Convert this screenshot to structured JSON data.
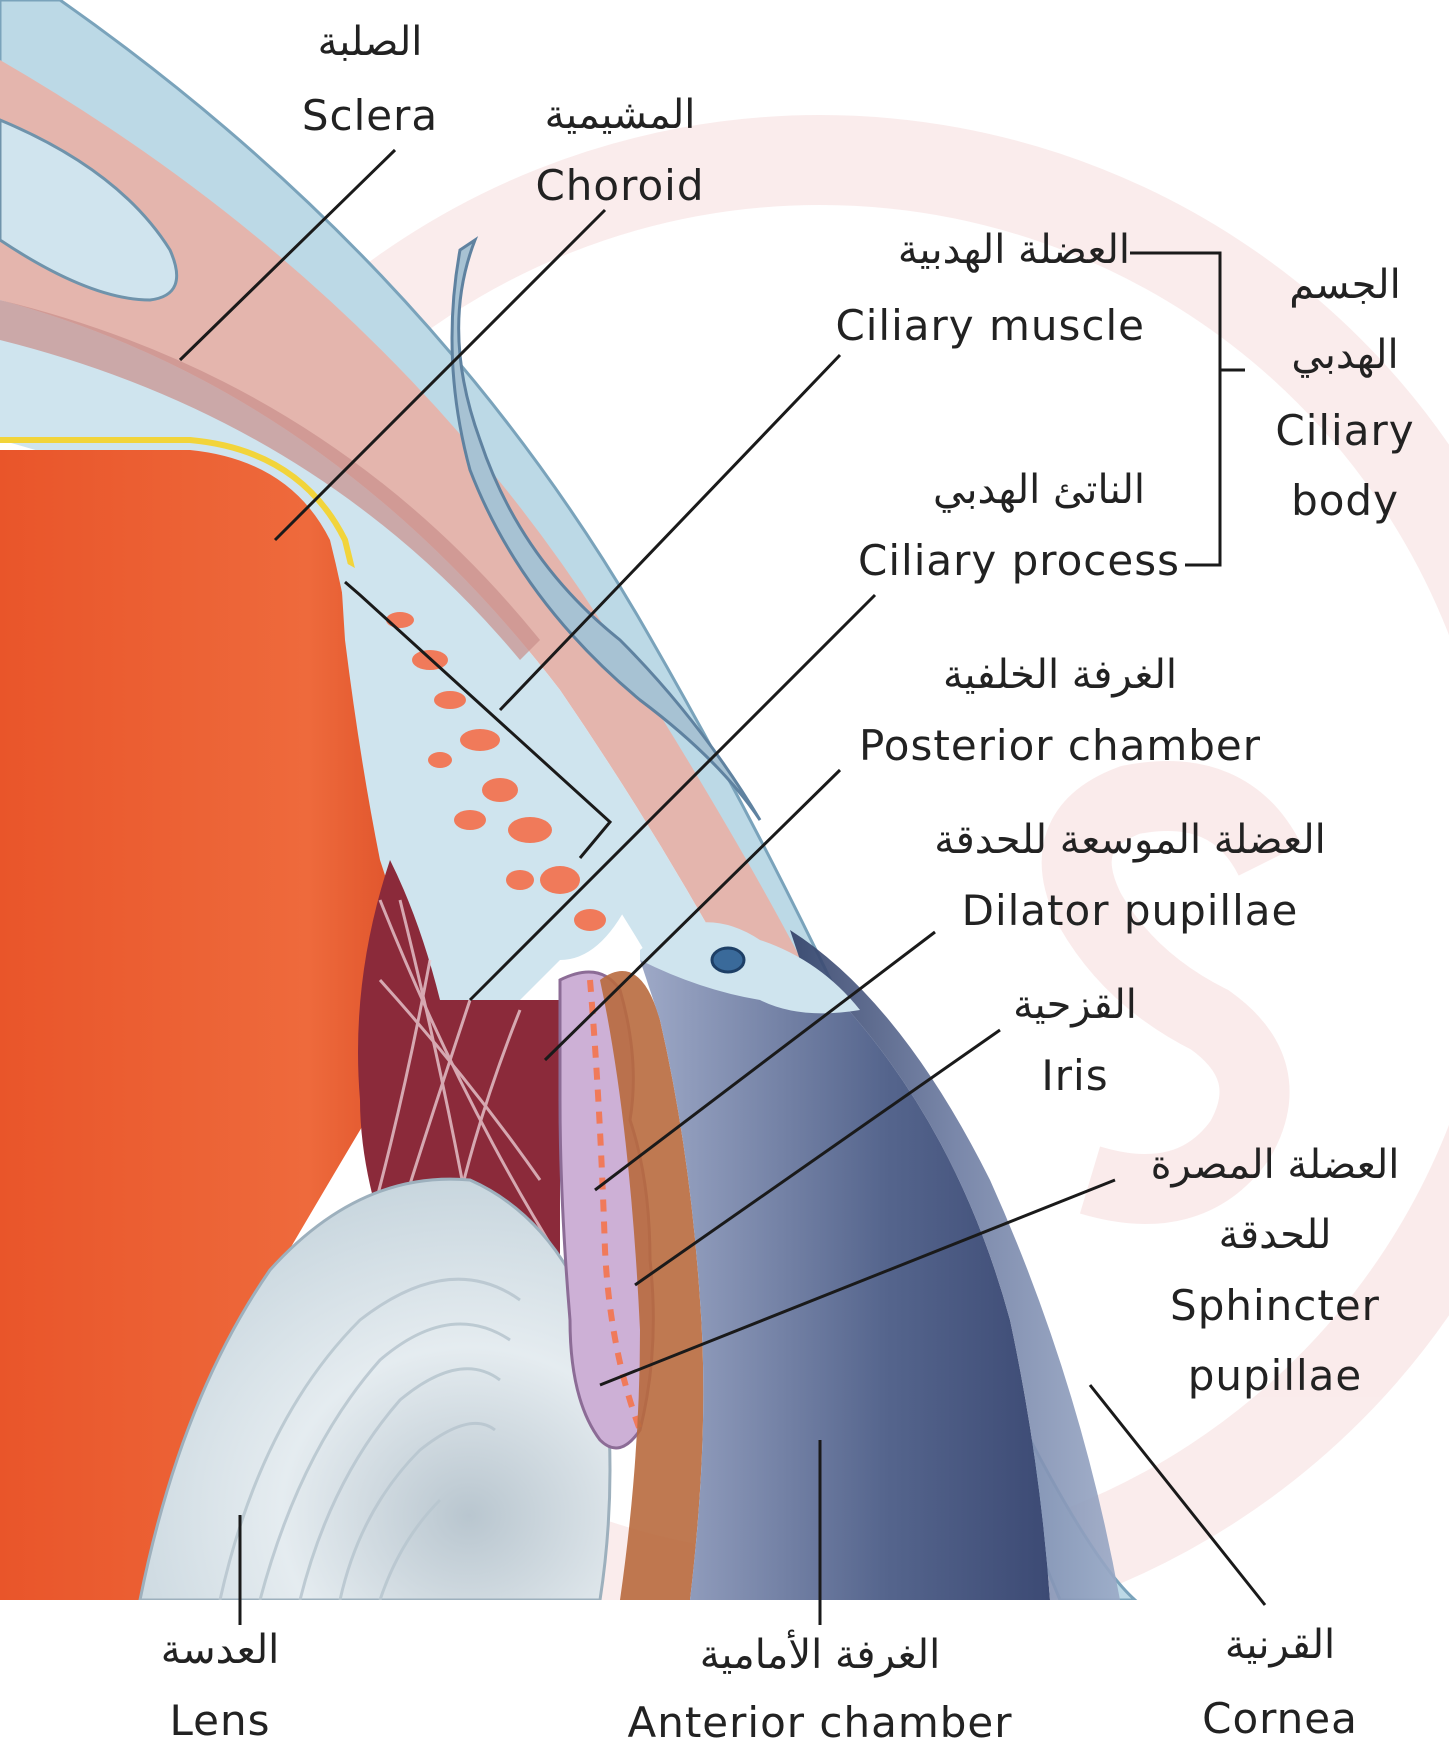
{
  "labels": {
    "sclera": {
      "ar": "الصلبة",
      "en": "Sclera"
    },
    "choroid": {
      "ar": "المشيمية",
      "en": "Choroid"
    },
    "ciliary_muscle": {
      "ar": "العضلة الهدبية",
      "en": "Ciliary muscle"
    },
    "ciliary_process": {
      "ar": "الناتئ الهدبي",
      "en": "Ciliary process"
    },
    "ciliary_body": {
      "ar1": "الجسم",
      "ar2": "الهدبي",
      "en1": "Ciliary",
      "en2": "body"
    },
    "posterior_chamber": {
      "ar": "الغرفة الخلفية",
      "en": "Posterior chamber"
    },
    "dilator_pupillae": {
      "ar": "العضلة الموسعة للحدقة",
      "en": "Dilator pupillae"
    },
    "iris": {
      "ar": "القزحية",
      "en": "Iris"
    },
    "sphincter_pupillae": {
      "ar1": "العضلة المصرة",
      "ar2": "للحدقة",
      "en1": "Sphincter",
      "en2": "pupillae"
    },
    "lens": {
      "ar": "العدسة",
      "en": "Lens"
    },
    "anterior_chamber": {
      "ar": "الغرفة الأمامية",
      "en": "Anterior chamber"
    },
    "cornea": {
      "ar": "القرنية",
      "en": "Cornea"
    }
  },
  "colors": {
    "sclera_outer": "#b8d8e6",
    "choroid": "#d9a39a",
    "lens_body": "#e8582e",
    "ciliary_blue": "#c7dfe9",
    "process_orange": "#f07a5a",
    "iris": "#c9a7cf",
    "cornea": "#556a8c",
    "anterior_chamber": "#3f4f78",
    "lens_capsule": "#d7e4ea",
    "leader": "#1a1a1a",
    "watermark": "#f3d3d3"
  }
}
